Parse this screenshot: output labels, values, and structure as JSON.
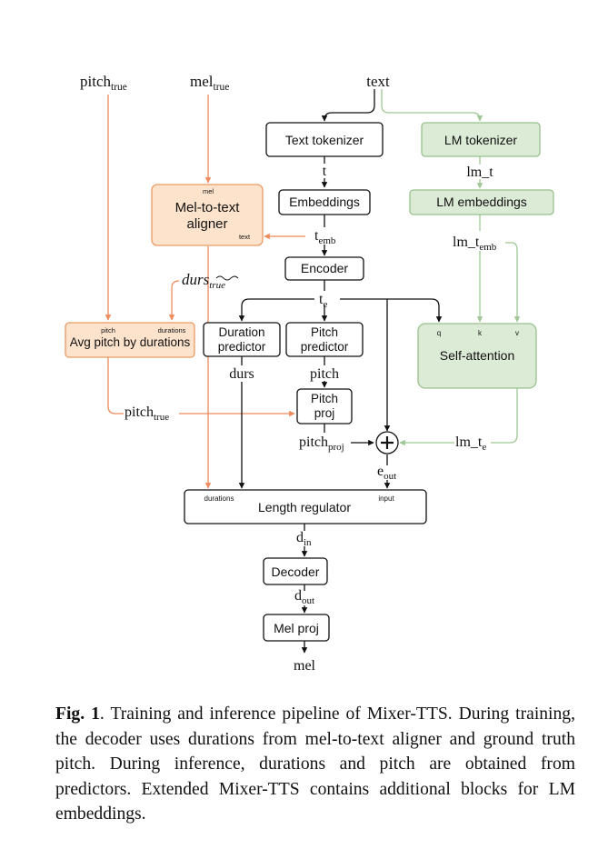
{
  "inputs": {
    "pitch_true": {
      "base": "pitch",
      "sub": "true"
    },
    "mel_true": {
      "base": "mel",
      "sub": "true"
    },
    "text": "text"
  },
  "blocks": {
    "text_tokenizer": "Text tokenizer",
    "lm_tokenizer": "LM tokenizer",
    "embeddings": "Embeddings",
    "lm_embeddings": "LM embeddings",
    "aligner": {
      "line1": "Mel-to-text",
      "line2": "aligner",
      "port_mel": "mel",
      "port_text": "text"
    },
    "encoder": "Encoder",
    "avg_pitch": {
      "label": "Avg pitch by durations",
      "port_pitch": "pitch",
      "port_durations": "durations"
    },
    "duration_predictor": {
      "line1": "Duration",
      "line2": "predictor"
    },
    "pitch_predictor": {
      "line1": "Pitch",
      "line2": "predictor"
    },
    "self_attention": {
      "label": "Self-attention",
      "port_q": "q",
      "port_k": "k",
      "port_v": "v"
    },
    "pitch_proj": {
      "line1": "Pitch",
      "line2": "proj"
    },
    "length_regulator": {
      "label": "Length regulator",
      "port_durations": "durations",
      "port_input": "input"
    },
    "decoder": "Decoder",
    "mel_proj": "Mel proj"
  },
  "signals": {
    "t": "t",
    "lm_t": "lm_t",
    "t_emb": {
      "base": "t",
      "sub": "emb"
    },
    "lm_t_emb": {
      "base": "lm_t",
      "sub": "emb"
    },
    "durs_true": {
      "base": "durs",
      "sub": "true"
    },
    "t_e": {
      "base": "t",
      "sub": "e"
    },
    "durs": "durs",
    "pitch": "pitch",
    "pitch_true": {
      "base": "pitch",
      "sub": "true"
    },
    "pitch_proj": {
      "base": "pitch",
      "sub": "proj"
    },
    "lm_t_e": {
      "base": "lm_t",
      "sub": "e"
    },
    "e_out": {
      "base": "e",
      "sub": "out"
    },
    "d_in": {
      "base": "d",
      "sub": "in"
    },
    "d_out": {
      "base": "d",
      "sub": "out"
    },
    "mel": "mel"
  },
  "caption": {
    "label": "Fig. 1",
    "text": ". Training and inference pipeline of Mixer-TTS. During training, the decoder uses durations from mel-to-text aligner and ground truth pitch. During inference, durations and pitch are obtained from predictors. Extended Mixer-TTS contains additional blocks for LM embeddings."
  },
  "colors": {
    "orange_line": "#ef8a5a",
    "orange_fill": "#fde3cc",
    "orange_border": "#e89a66",
    "green_line": "#9fc795",
    "green_fill": "#dcebd6",
    "green_border": "#98c08d",
    "black": "#111111"
  }
}
